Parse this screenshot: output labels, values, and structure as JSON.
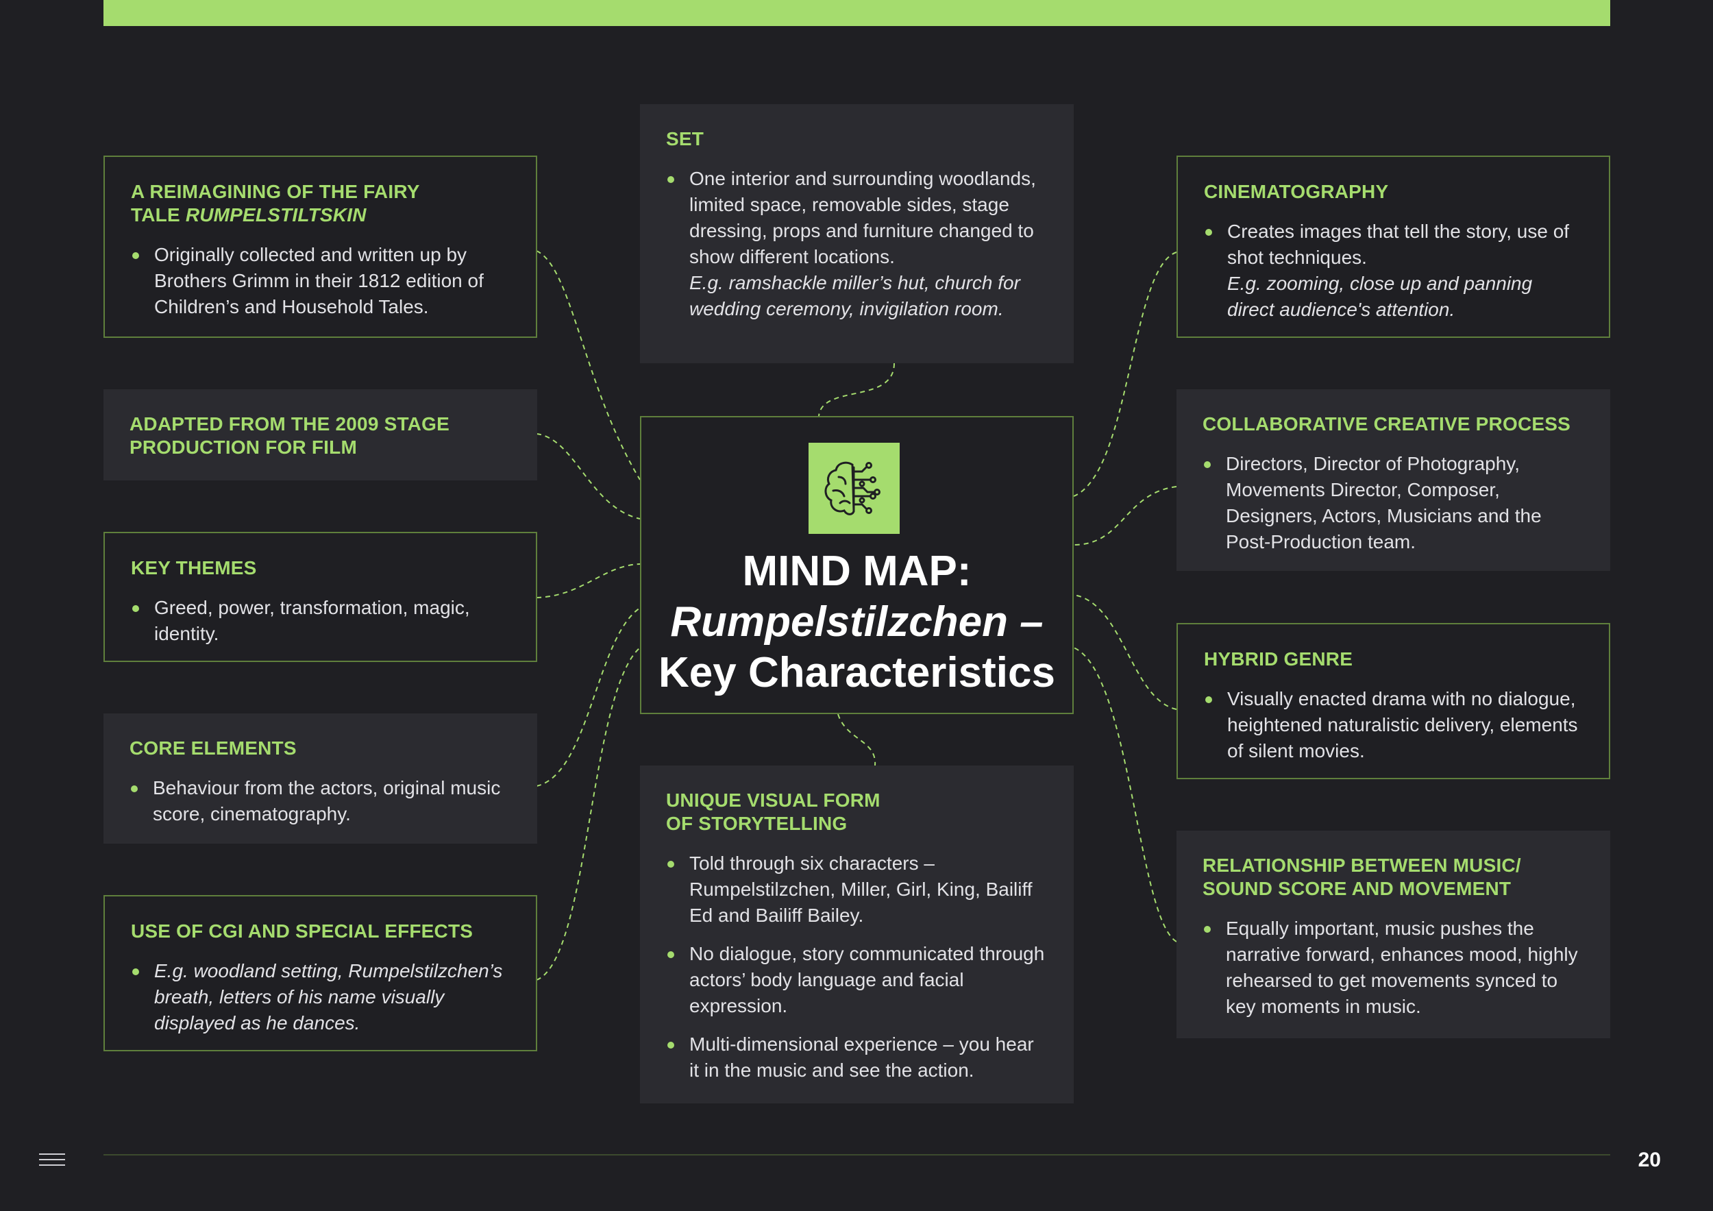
{
  "center": {
    "icon": "brain-circuit-icon",
    "title_line1": "MIND MAP:",
    "title_line2": "Rumpelstilzchen –",
    "title_line3": "Key Characteristics"
  },
  "nodes": {
    "reimagining": {
      "title_line1": "A REIMAGINING OF THE FAIRY",
      "title_prefix": "TALE ",
      "title_italic": "RUMPELSTILTSKIN",
      "bullets": [
        "Originally collected and written up by Brothers Grimm in their 1812 edition of Children’s and Household Tales."
      ]
    },
    "adapted": {
      "title_line1": "ADAPTED FROM THE 2009 STAGE",
      "title_line2": "PRODUCTION FOR FILM"
    },
    "key_themes": {
      "title": "KEY THEMES",
      "bullets": [
        "Greed, power, transformation, magic, identity."
      ]
    },
    "core_elements": {
      "title": "CORE ELEMENTS",
      "bullets": [
        "Behaviour from the actors, original music score, cinematography."
      ]
    },
    "cgi": {
      "title": "USE OF CGI AND SPECIAL EFFECTS",
      "bullets_italic": [
        "E.g. woodland setting, Rumpelstilzchen’s breath, letters of his name visually displayed as he dances."
      ]
    },
    "set": {
      "title": "SET",
      "bullet": "One interior and surrounding woodlands, limited space, removable sides, stage dressing, props and furniture changed to show different locations.",
      "bullet_italic": "E.g. ramshackle miller’s hut, church for wedding ceremony, invigilation room."
    },
    "unique": {
      "title_line1": "UNIQUE VISUAL FORM",
      "title_line2": "OF STORYTELLING",
      "bullets": [
        "Told through six characters – Rumpelstilzchen, Miller, Girl, King, Bailiff Ed and Bailiff Bailey.",
        "No dialogue, story communicated through actors’ body language and facial expression.",
        "Multi-dimensional experience – you hear it in the music and see the action."
      ]
    },
    "cinematography": {
      "title": "CINEMATOGRAPHY",
      "bullet": "Creates images that tell the story, use of shot techniques.",
      "bullet_italic": "E.g. zooming, close up and panning direct audience's attention."
    },
    "collaborative": {
      "title": "COLLABORATIVE CREATIVE PROCESS",
      "bullets": [
        "Directors, Director of Photography, Movements Director, Composer, Designers, Actors, Musicians and the Post-Production team."
      ]
    },
    "hybrid": {
      "title": "HYBRID GENRE",
      "bullets": [
        "Visually enacted drama with no dialogue, heightened naturalistic delivery, elements of silent movies."
      ]
    },
    "relationship": {
      "title_line1": "RELATIONSHIP BETWEEN MUSIC/",
      "title_line2": "SOUND SCORE AND MOVEMENT",
      "bullets": [
        "Equally important, music pushes the narrative forward, enhances mood, highly rehearsed to get movements synced to key moments in music."
      ]
    }
  },
  "footer": {
    "menu_icon": "hamburger-menu-icon",
    "page_number": "20"
  },
  "colors": {
    "accent": "#a5dc6e",
    "background": "#1f1f23",
    "box_fill": "#2b2b30",
    "box_border": "#5f7f3c"
  }
}
